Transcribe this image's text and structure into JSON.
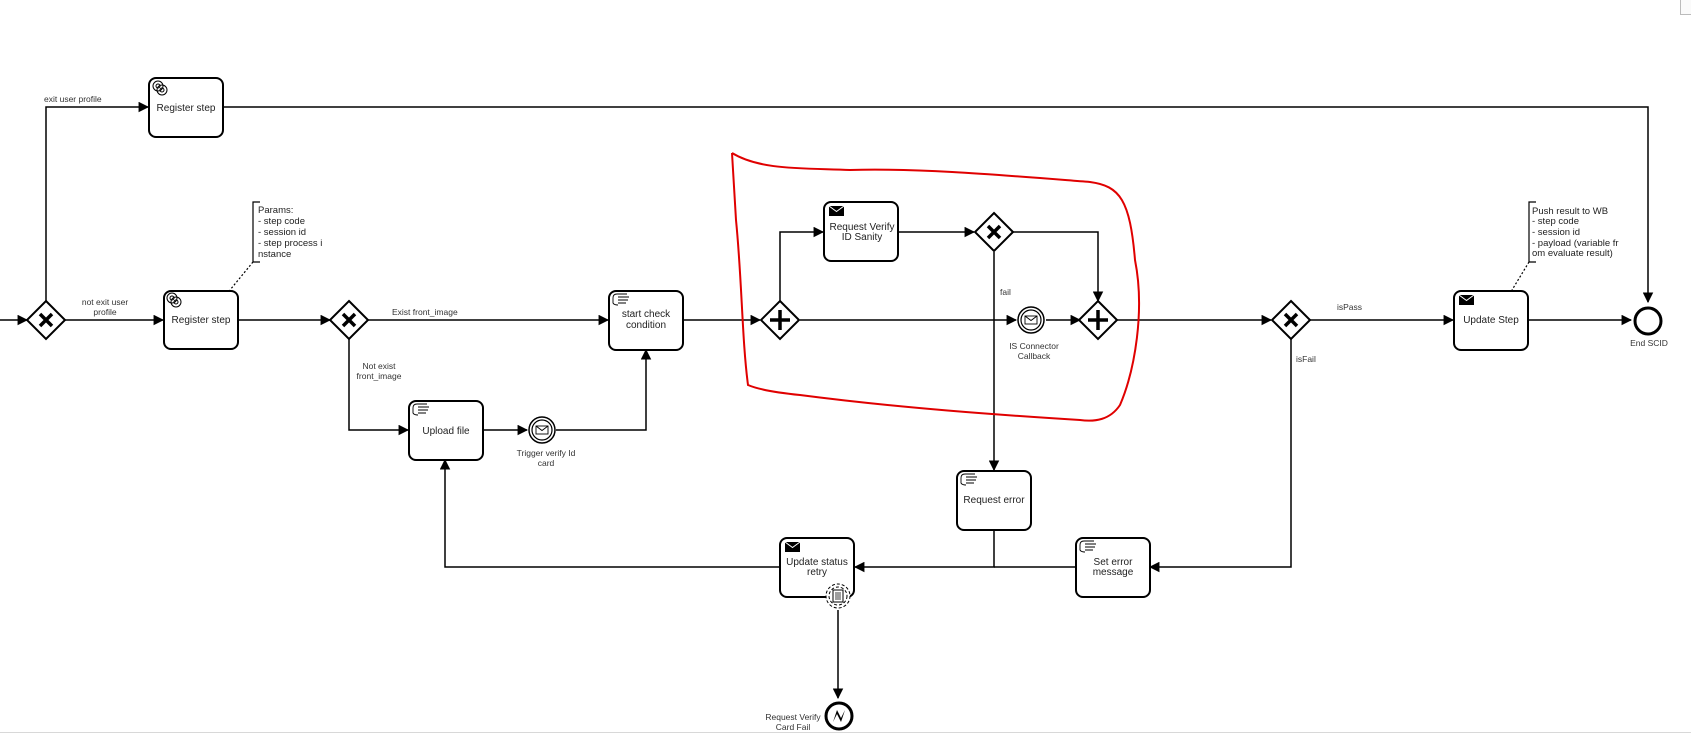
{
  "tasks": {
    "register_step_top": {
      "label": [
        "Register step"
      ],
      "type": "service"
    },
    "register_step_main": {
      "label": [
        "Register step"
      ],
      "type": "service"
    },
    "start_check_condition": {
      "label": [
        "start check",
        "condition"
      ],
      "type": "manual"
    },
    "upload_file": {
      "label": [
        "Upload file"
      ],
      "type": "manual"
    },
    "request_verify": {
      "label": [
        "Request Verify",
        "ID Sanity"
      ],
      "type": "send"
    },
    "request_error": {
      "label": [
        "Request error"
      ],
      "type": "manual"
    },
    "update_status_retry": {
      "label": [
        "Update status",
        "retry"
      ],
      "type": "send"
    },
    "set_error_message": {
      "label": [
        "Set error",
        "message"
      ],
      "type": "manual"
    },
    "update_step": {
      "label": [
        "Update Step"
      ],
      "type": "send"
    }
  },
  "events": {
    "trigger_verify": {
      "label": [
        "Trigger verify Id",
        "card"
      ]
    },
    "is_connector_callback": {
      "label": [
        "IS Connector",
        "Callback"
      ]
    },
    "end_scid": {
      "label": [
        "End SCID"
      ]
    },
    "request_verify_card_fail": {
      "label": [
        "Request Verify",
        "Card Fail"
      ]
    }
  },
  "flow_labels": {
    "exit_user_profile": "exit user profile",
    "not_exit_user_profile": [
      "not exit user",
      "profile"
    ],
    "exist_front_image": "Exist front_image",
    "not_exist_front_image": [
      "Not exist",
      "front_image"
    ],
    "fail": "fail",
    "is_pass": "isPass",
    "is_fail": "isFail"
  },
  "annotations": {
    "params": [
      "Params:",
      "- step code",
      "- session id",
      "- step process i",
      "nstance"
    ],
    "push_result": [
      "Push result to WB",
      "- step code",
      "- session id",
      "- payload (variable fr",
      "om evaluate result)"
    ]
  },
  "icons": {
    "gear": "gear-icon",
    "hand": "hand-icon",
    "envelope": "envelope-icon",
    "document": "document-icon",
    "lightning": "lightning-icon"
  },
  "colors": {
    "stroke": "#000000",
    "highlight": "#e00000",
    "text": "#222222"
  }
}
